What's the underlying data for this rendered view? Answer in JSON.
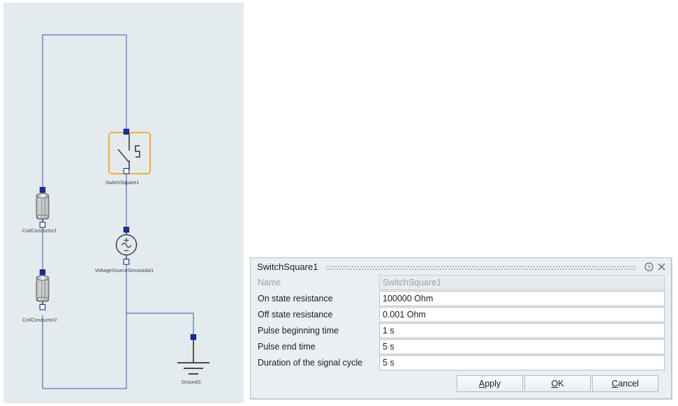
{
  "canvas": {
    "background_color": "#e4ebef",
    "wire_color": "#3a55a8",
    "components": [
      {
        "id": "switch",
        "label": "SwitchSquare1",
        "type": "switch-square",
        "selected": true,
        "accent_color": "#f5a623"
      },
      {
        "id": "coil1",
        "label": "CoilConductor1",
        "type": "coil-conductor",
        "selected": false,
        "accent_color": "#7a7a7a"
      },
      {
        "id": "coil2",
        "label": "CoilConductor2",
        "type": "coil-conductor",
        "selected": false,
        "accent_color": "#7a7a7a"
      },
      {
        "id": "source",
        "label": "VoltageSourceSinusoidal1",
        "type": "voltage-source-sinusoidal",
        "selected": false,
        "accent_color": "#3d4043"
      },
      {
        "id": "ground",
        "label": "Ground1",
        "type": "ground",
        "selected": false,
        "accent_color": "#3d4043"
      }
    ]
  },
  "dialog": {
    "title": "SwitchSquare1",
    "help_icon": "help-circle-icon",
    "close_icon": "close-icon",
    "fields": [
      {
        "label": "Name",
        "value": "SwitchSquare1",
        "disabled": true
      },
      {
        "label": "On state resistance",
        "value": "100000 Ohm",
        "disabled": false
      },
      {
        "label": "Off state resistance",
        "value": "0.001 Ohm",
        "disabled": false
      },
      {
        "label": "Pulse beginning time",
        "value": "1 s",
        "disabled": false
      },
      {
        "label": "Pulse end time",
        "value": "5 s",
        "disabled": false
      },
      {
        "label": "Duration of the signal cycle",
        "value": "5 s",
        "disabled": false
      }
    ],
    "buttons": [
      {
        "id": "apply",
        "mnemonic": "A",
        "rest": "pply"
      },
      {
        "id": "ok",
        "mnemonic": "O",
        "rest": "K"
      },
      {
        "id": "cancel",
        "mnemonic": "C",
        "rest": "ancel"
      }
    ]
  }
}
